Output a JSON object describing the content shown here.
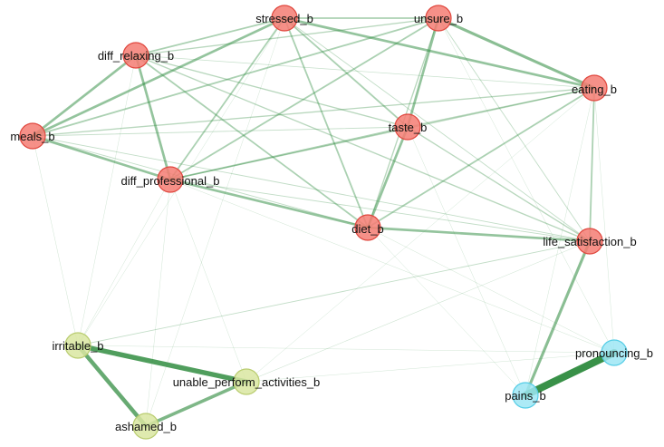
{
  "graph": {
    "colors": {
      "red_fill": "#f47c73",
      "red_stroke": "#e0473e",
      "yellow_fill": "#d9e6a1",
      "yellow_stroke": "#b9cc6f",
      "cyan_fill": "#9de6f5",
      "cyan_stroke": "#55cde6",
      "edge": "#2e8b3e"
    },
    "nodes": [
      {
        "id": "stressed",
        "label": "stressed_b",
        "group": "red"
      },
      {
        "id": "unsure",
        "label": "unsure_b",
        "group": "red"
      },
      {
        "id": "diff_relaxing",
        "label": "diff_relaxing_b",
        "group": "red"
      },
      {
        "id": "eating",
        "label": "eating_b",
        "group": "red"
      },
      {
        "id": "taste",
        "label": "taste_b",
        "group": "red"
      },
      {
        "id": "meals",
        "label": "meals_b",
        "group": "red"
      },
      {
        "id": "diff_professional",
        "label": "diff_professional_b",
        "group": "red"
      },
      {
        "id": "diet",
        "label": "diet_b",
        "group": "red"
      },
      {
        "id": "life_satisfaction",
        "label": "life_satisfaction_b",
        "group": "red"
      },
      {
        "id": "irritable",
        "label": "irritable_b",
        "group": "yellow"
      },
      {
        "id": "unable_perform",
        "label": "unable_perform_activities_b",
        "group": "yellow"
      },
      {
        "id": "ashamed",
        "label": "ashamed_b",
        "group": "yellow"
      },
      {
        "id": "pronouncing",
        "label": "pronouncing_b",
        "group": "cyan"
      },
      {
        "id": "pains",
        "label": "pains_b",
        "group": "cyan"
      }
    ],
    "edges": [
      {
        "source": "stressed",
        "target": "unsure",
        "weight": 2
      },
      {
        "source": "stressed",
        "target": "diff_relaxing",
        "weight": 2
      },
      {
        "source": "stressed",
        "target": "eating",
        "weight": 3
      },
      {
        "source": "stressed",
        "target": "taste",
        "weight": 2
      },
      {
        "source": "stressed",
        "target": "meals",
        "weight": 3
      },
      {
        "source": "stressed",
        "target": "diff_professional",
        "weight": 2
      },
      {
        "source": "stressed",
        "target": "diet",
        "weight": 2
      },
      {
        "source": "stressed",
        "target": "life_satisfaction",
        "weight": 1
      },
      {
        "source": "unsure",
        "target": "eating",
        "weight": 3.5
      },
      {
        "source": "unsure",
        "target": "diff_relaxing",
        "weight": 1.5
      },
      {
        "source": "unsure",
        "target": "taste",
        "weight": 3
      },
      {
        "source": "unsure",
        "target": "meals",
        "weight": 2
      },
      {
        "source": "unsure",
        "target": "diff_professional",
        "weight": 2
      },
      {
        "source": "unsure",
        "target": "diet",
        "weight": 1.5
      },
      {
        "source": "unsure",
        "target": "life_satisfaction",
        "weight": 1
      },
      {
        "source": "diff_relaxing",
        "target": "meals",
        "weight": 3
      },
      {
        "source": "diff_relaxing",
        "target": "diff_professional",
        "weight": 3
      },
      {
        "source": "diff_relaxing",
        "target": "diet",
        "weight": 2
      },
      {
        "source": "diff_relaxing",
        "target": "taste",
        "weight": 1.5
      },
      {
        "source": "diff_relaxing",
        "target": "life_satisfaction",
        "weight": 1.5
      },
      {
        "source": "diff_relaxing",
        "target": "eating",
        "weight": 0.8
      },
      {
        "source": "meals",
        "target": "diff_professional",
        "weight": 3
      },
      {
        "source": "meals",
        "target": "eating",
        "weight": 1.5
      },
      {
        "source": "meals",
        "target": "taste",
        "weight": 1
      },
      {
        "source": "meals",
        "target": "diet",
        "weight": 1
      },
      {
        "source": "meals",
        "target": "life_satisfaction",
        "weight": 1
      },
      {
        "source": "diff_professional",
        "target": "diet",
        "weight": 3
      },
      {
        "source": "diff_professional",
        "target": "taste",
        "weight": 2
      },
      {
        "source": "diff_professional",
        "target": "eating",
        "weight": 1.5
      },
      {
        "source": "diff_professional",
        "target": "life_satisfaction",
        "weight": 1
      },
      {
        "source": "taste",
        "target": "diet",
        "weight": 3
      },
      {
        "source": "taste",
        "target": "eating",
        "weight": 1.5
      },
      {
        "source": "taste",
        "target": "life_satisfaction",
        "weight": 1.5
      },
      {
        "source": "eating",
        "target": "diet",
        "weight": 2
      },
      {
        "source": "eating",
        "target": "life_satisfaction",
        "weight": 2
      },
      {
        "source": "diet",
        "target": "life_satisfaction",
        "weight": 3
      },
      {
        "source": "life_satisfaction",
        "target": "pains",
        "weight": 3.5
      },
      {
        "source": "life_satisfaction",
        "target": "irritable",
        "weight": 1
      },
      {
        "source": "life_satisfaction",
        "target": "unable_perform",
        "weight": 0.6
      },
      {
        "source": "irritable",
        "target": "unable_perform",
        "weight": 6
      },
      {
        "source": "irritable",
        "target": "ashamed",
        "weight": 5
      },
      {
        "source": "ashamed",
        "target": "unable_perform",
        "weight": 4
      },
      {
        "source": "pains",
        "target": "pronouncing",
        "weight": 9
      },
      {
        "source": "irritable",
        "target": "meals",
        "weight": 0.5
      },
      {
        "source": "irritable",
        "target": "diff_professional",
        "weight": 0.5
      },
      {
        "source": "irritable",
        "target": "diff_relaxing",
        "weight": 0.4
      },
      {
        "source": "irritable",
        "target": "stressed",
        "weight": 0.4
      },
      {
        "source": "irritable",
        "target": "pronouncing",
        "weight": 0.4
      },
      {
        "source": "unable_perform",
        "target": "diff_professional",
        "weight": 0.4
      },
      {
        "source": "unable_perform",
        "target": "eating",
        "weight": 0.4
      },
      {
        "source": "unable_perform",
        "target": "pronouncing",
        "weight": 0.4
      },
      {
        "source": "ashamed",
        "target": "diff_professional",
        "weight": 0.4
      },
      {
        "source": "ashamed",
        "target": "stressed",
        "weight": 0.3
      },
      {
        "source": "pronouncing",
        "target": "diet",
        "weight": 0.5
      },
      {
        "source": "pronouncing",
        "target": "diff_professional",
        "weight": 0.5
      },
      {
        "source": "pronouncing",
        "target": "unsure",
        "weight": 0.5
      },
      {
        "source": "pronouncing",
        "target": "eating",
        "weight": 0.4
      },
      {
        "source": "pains",
        "target": "eating",
        "weight": 0.4
      },
      {
        "source": "pains",
        "target": "taste",
        "weight": 0.4
      },
      {
        "source": "pains",
        "target": "diet",
        "weight": 0.4
      }
    ]
  }
}
